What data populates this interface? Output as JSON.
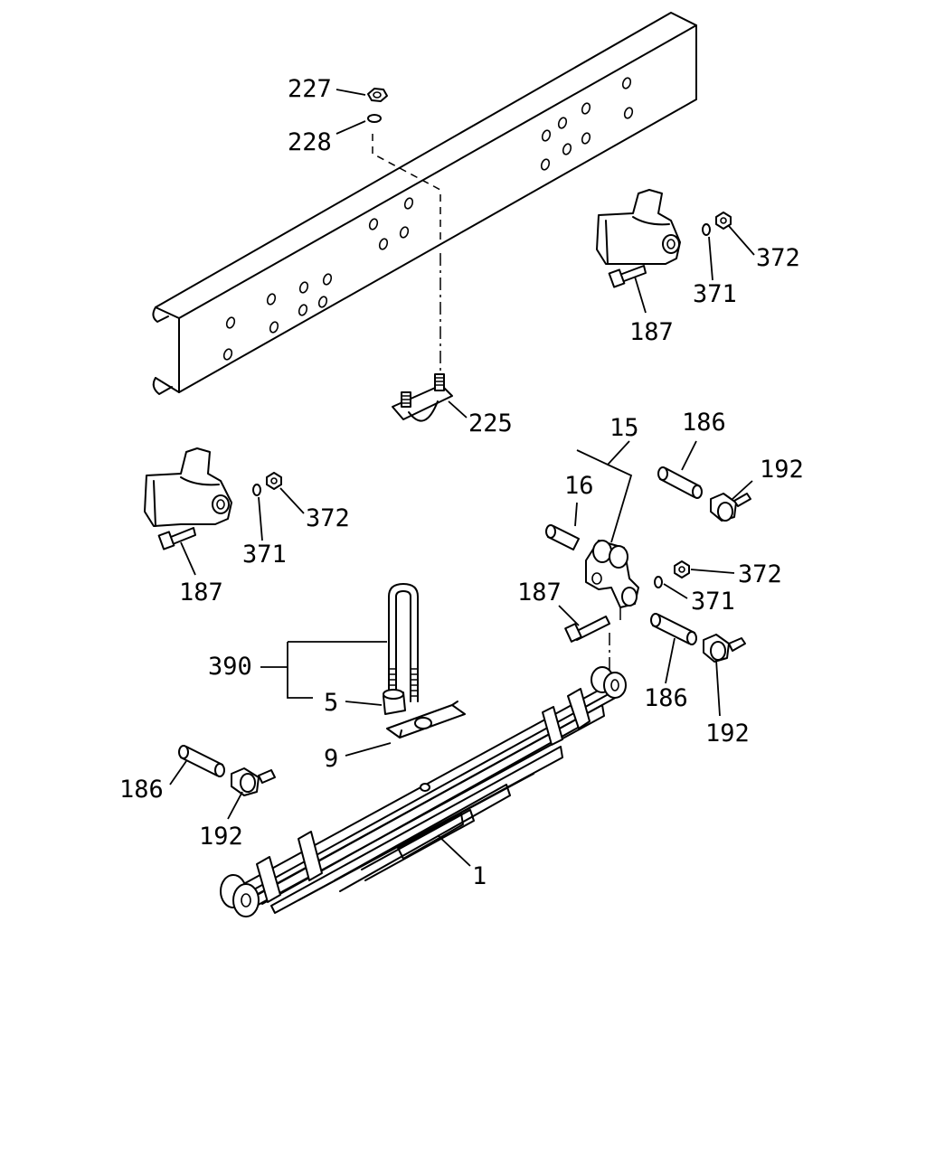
{
  "diagram": {
    "labels": {
      "n227": "227",
      "n228": "228",
      "n225": "225",
      "n372a": "372",
      "n371a": "371",
      "n187a": "187",
      "n15": "15",
      "n16": "16",
      "n186a": "186",
      "n192a": "192",
      "n372b": "372",
      "n371b": "371",
      "n187b": "187",
      "n372c": "372",
      "n371c": "371",
      "n187c": "187",
      "n186b": "186",
      "n192b": "192",
      "n390": "390",
      "n5": "5",
      "n9": "9",
      "n186c": "186",
      "n192c": "192",
      "n1": "1"
    }
  }
}
